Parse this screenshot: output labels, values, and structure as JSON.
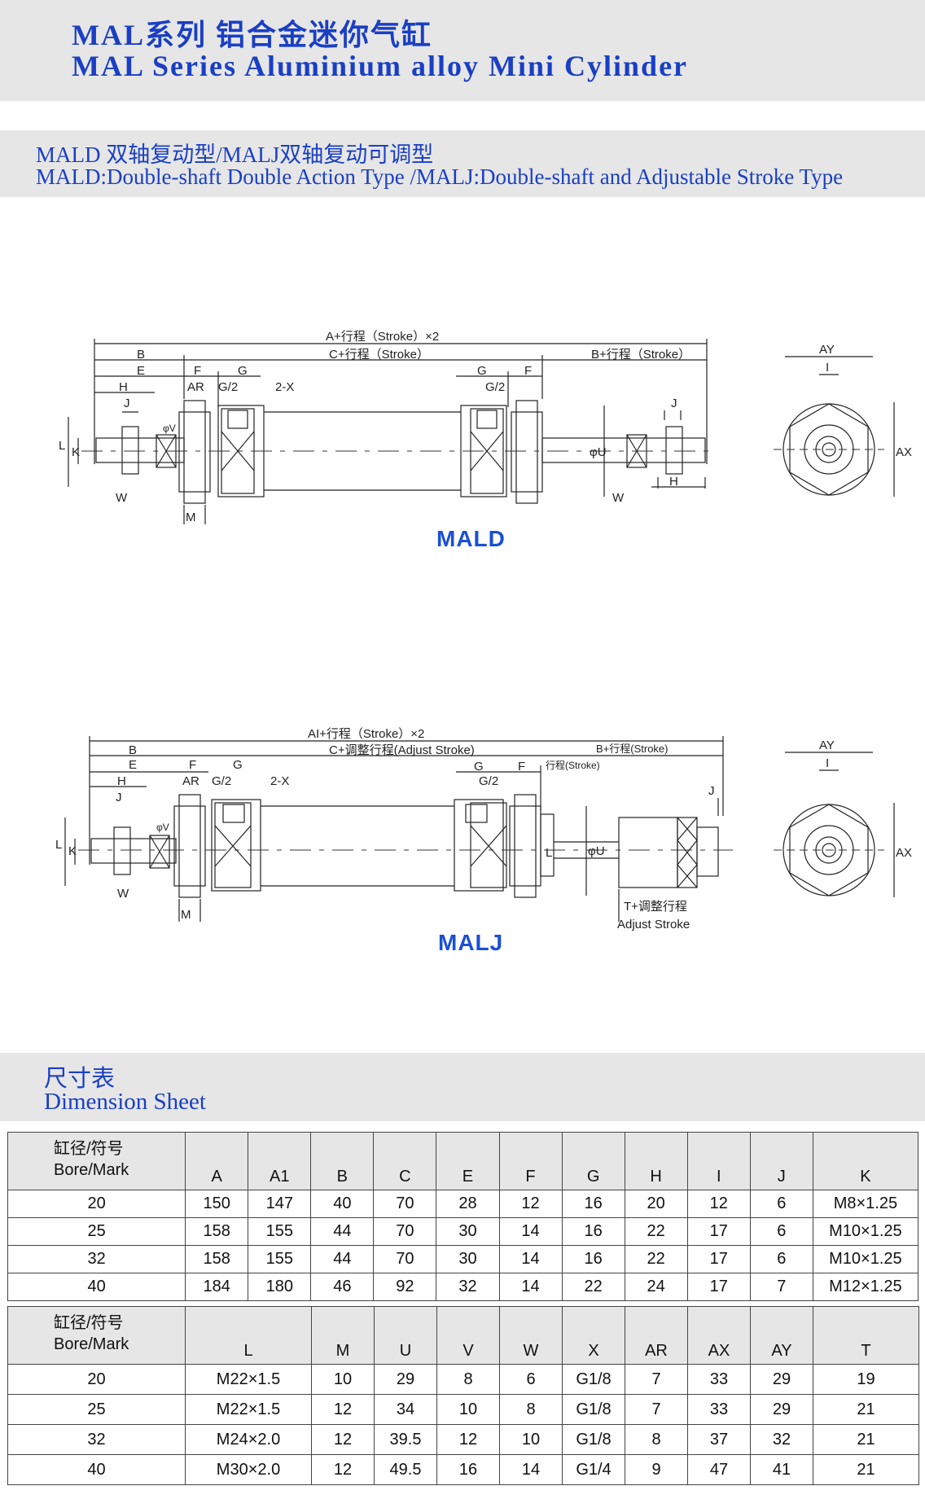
{
  "header": {
    "title_cn": "MAL系列 铝合金迷你气缸",
    "title_en": "MAL Series Aluminium alloy Mini Cylinder"
  },
  "subheader": {
    "cn": "MALD 双轴复动型/MALJ双轴复动可调型",
    "en": "MALD:Double-shaft Double Action Type /MALJ:Double-shaft and Adjustable Stroke Type"
  },
  "drawing_mald": {
    "caption": "MALD",
    "labels": {
      "a_stroke": "A+行程（Stroke）×2",
      "b": "B",
      "c_stroke": "C+行程（Stroke）",
      "b_stroke": "B+行程（Stroke）",
      "e": "E",
      "f": "F",
      "g": "G",
      "h": "H",
      "ar": "AR",
      "g2": "G/2",
      "x2": "2-X",
      "j": "J",
      "l": "L",
      "k": "K",
      "v": "φV",
      "u": "φU",
      "w": "W",
      "m": "M",
      "ay": "AY",
      "i": "I",
      "ax": "AX"
    }
  },
  "drawing_malj": {
    "caption": "MALJ",
    "labels": {
      "a1_stroke": "AI+行程（Stroke）×2",
      "b": "B",
      "c_adjust": "C+调整行程(Adjust Stroke)",
      "b_stroke": "B+行程(Stroke)",
      "stroke": "行程(Stroke)",
      "e": "E",
      "f": "F",
      "g": "G",
      "h": "H",
      "ar": "AR",
      "g2": "G/2",
      "x2": "2-X",
      "j": "J",
      "l": "L",
      "k": "K",
      "v": "φV",
      "u": "φU",
      "w": "W",
      "m": "M",
      "t_adjust": "T+调整行程",
      "adjust_stroke": "Adjust Stroke",
      "ay": "AY",
      "i": "I",
      "ax": "AX"
    }
  },
  "dimension_sheet": {
    "title_cn": "尺寸表",
    "title_en": "Dimension Sheet",
    "bore_cn": "缸径/符号",
    "bore_en": "Bore/Mark",
    "table1": {
      "headers": [
        "A",
        "A1",
        "B",
        "C",
        "E",
        "F",
        "G",
        "H",
        "I",
        "J",
        "K"
      ],
      "rows": [
        [
          "20",
          "150",
          "147",
          "40",
          "70",
          "28",
          "12",
          "16",
          "20",
          "12",
          "6",
          "M8×1.25"
        ],
        [
          "25",
          "158",
          "155",
          "44",
          "70",
          "30",
          "14",
          "16",
          "22",
          "17",
          "6",
          "M10×1.25"
        ],
        [
          "32",
          "158",
          "155",
          "44",
          "70",
          "30",
          "14",
          "16",
          "22",
          "17",
          "6",
          "M10×1.25"
        ],
        [
          "40",
          "184",
          "180",
          "46",
          "92",
          "32",
          "14",
          "22",
          "24",
          "17",
          "7",
          "M12×1.25"
        ]
      ]
    },
    "table2": {
      "headers": [
        "L",
        "M",
        "U",
        "V",
        "W",
        "X",
        "AR",
        "AX",
        "AY",
        "T"
      ],
      "rows": [
        [
          "20",
          "M22×1.5",
          "10",
          "29",
          "8",
          "6",
          "G1/8",
          "7",
          "33",
          "29",
          "19"
        ],
        [
          "25",
          "M22×1.5",
          "12",
          "34",
          "10",
          "8",
          "G1/8",
          "7",
          "33",
          "29",
          "21"
        ],
        [
          "32",
          "M24×2.0",
          "12",
          "39.5",
          "12",
          "10",
          "G1/8",
          "8",
          "37",
          "32",
          "21"
        ],
        [
          "40",
          "M30×2.0",
          "12",
          "49.5",
          "16",
          "14",
          "G1/4",
          "9",
          "47",
          "41",
          "21"
        ]
      ]
    }
  }
}
